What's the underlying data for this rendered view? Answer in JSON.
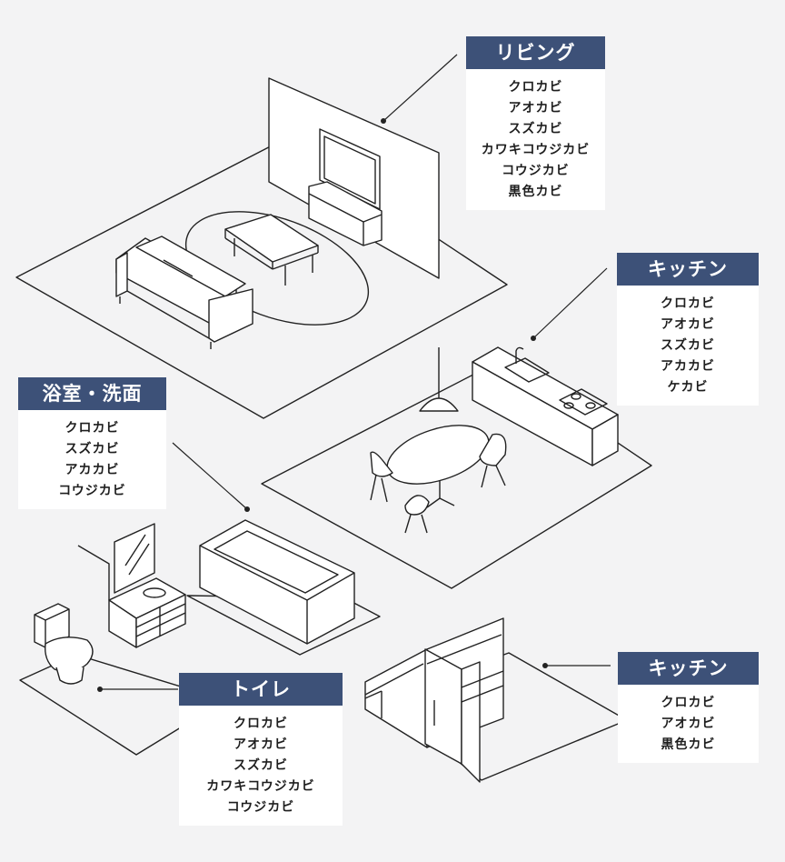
{
  "rooms": {
    "living": {
      "title": "リビング",
      "items": [
        "クロカビ",
        "アオカビ",
        "スズカビ",
        "カワキコウジカビ",
        "コウジカビ",
        "黒色カビ"
      ]
    },
    "kitchen_dining": {
      "title": "キッチン",
      "items": [
        "クロカビ",
        "アオカビ",
        "スズカビ",
        "アカカビ",
        "ケカビ"
      ]
    },
    "bath": {
      "title": "浴室・洗面",
      "items": [
        "クロカビ",
        "スズカビ",
        "アカカビ",
        "コウジカビ"
      ]
    },
    "toilet": {
      "title": "トイレ",
      "items": [
        "クロカビ",
        "アオカビ",
        "スズカビ",
        "カワキコウジカビ",
        "コウジカビ"
      ]
    },
    "kitchen_storage": {
      "title": "キッチン",
      "items": [
        "クロカビ",
        "アオカビ",
        "黒色カビ"
      ]
    }
  },
  "colors": {
    "header": "#3d5178",
    "background": "#f3f3f4",
    "line": "#222222"
  }
}
